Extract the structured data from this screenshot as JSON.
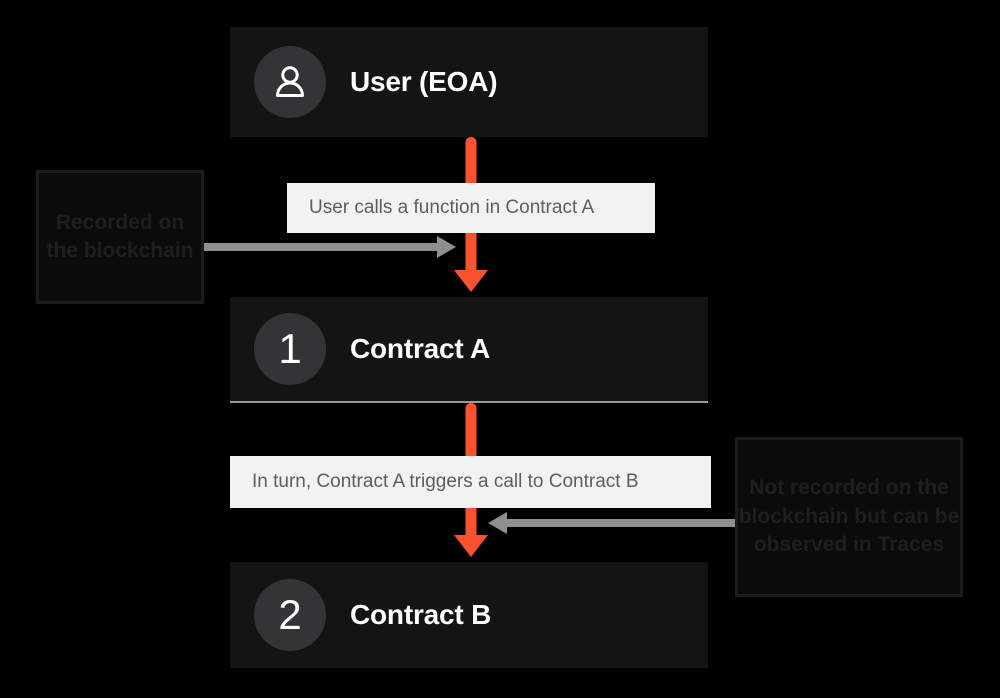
{
  "diagram": {
    "title": "Contract call flow",
    "background_color": "#000000",
    "accent_color": "#fa5130",
    "annotation_arrow_color": "#8f8f8f",
    "card_color": "#141414",
    "caption_bg_color": "#f2f2f2",
    "nodes": [
      {
        "id": "user",
        "badge_type": "person-icon",
        "badge": "",
        "label": "User (EOA)"
      },
      {
        "id": "contract-a",
        "badge_type": "number",
        "badge": "1",
        "label": "Contract A"
      },
      {
        "id": "contract-b",
        "badge_type": "number",
        "badge": "2",
        "label": "Contract B"
      }
    ],
    "captions": [
      {
        "id": "caption-1",
        "text": "User calls a function in Contract A"
      },
      {
        "id": "caption-2",
        "text": "In turn, Contract A triggers a call to Contract B"
      }
    ],
    "notes": [
      {
        "id": "note-left",
        "text": "Recorded on the blockchain",
        "points_to": "caption-1",
        "direction": "right"
      },
      {
        "id": "note-right",
        "text": "Not recorded on the blockchain but can be observed in Traces",
        "points_to": "caption-2",
        "direction": "left"
      }
    ]
  }
}
